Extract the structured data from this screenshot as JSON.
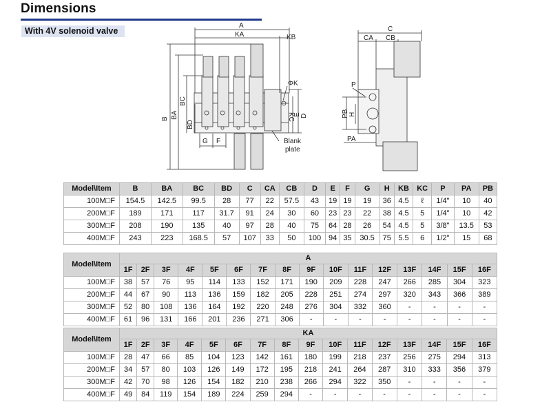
{
  "header": {
    "title": "Dimensions",
    "subtitle": "With 4V solenoid valve"
  },
  "drawing": {
    "labels": {
      "A": "A",
      "KA": "KA",
      "KB": "KB",
      "B": "B",
      "BA": "BA",
      "BC": "BC",
      "BD": "BD",
      "G": "G",
      "F": "F",
      "PHIK": "ΦK",
      "KC": "KC",
      "E": "E",
      "D": "D",
      "blank1": "Blank",
      "blank2": "plate",
      "C": "C",
      "CA": "CA",
      "CB": "CB",
      "P": "P",
      "PB": "PB",
      "H": "H",
      "PA": "PA"
    }
  },
  "table1": {
    "headers": [
      "Model\\Item",
      "B",
      "BA",
      "BC",
      "BD",
      "C",
      "CA",
      "CB",
      "D",
      "E",
      "F",
      "G",
      "H",
      "KB",
      "KC",
      "P",
      "PA",
      "PB"
    ],
    "rows": [
      [
        "100M□F",
        "154.5",
        "142.5",
        "99.5",
        "28",
        "77",
        "22",
        "57.5",
        "43",
        "19",
        "19",
        "19",
        "36",
        "4.5",
        "ℓ",
        "1/4\"",
        "10",
        "40"
      ],
      [
        "200M□F",
        "189",
        "171",
        "117",
        "31.7",
        "91",
        "24",
        "30",
        "60",
        "23",
        "23",
        "22",
        "38",
        "4.5",
        "5",
        "1/4\"",
        "10",
        "42"
      ],
      [
        "300M□F",
        "208",
        "190",
        "135",
        "40",
        "97",
        "28",
        "40",
        "75",
        "64",
        "28",
        "26",
        "54",
        "4.5",
        "5",
        "3/8\"",
        "13.5",
        "53"
      ],
      [
        "400M□F",
        "243",
        "223",
        "168.5",
        "57",
        "107",
        "33",
        "50",
        "100",
        "94",
        "35",
        "30.5",
        "75",
        "5.5",
        "6",
        "1/2\"",
        "15",
        "68"
      ]
    ]
  },
  "table2": {
    "corner": "Model\\Item",
    "group": "A",
    "headers": [
      "1F",
      "2F",
      "3F",
      "4F",
      "5F",
      "6F",
      "7F",
      "8F",
      "9F",
      "10F",
      "11F",
      "12F",
      "13F",
      "14F",
      "15F",
      "16F"
    ],
    "rows": [
      [
        "100M□F",
        "38",
        "57",
        "76",
        "95",
        "114",
        "133",
        "152",
        "171",
        "190",
        "209",
        "228",
        "247",
        "266",
        "285",
        "304",
        "323"
      ],
      [
        "200M□F",
        "44",
        "67",
        "90",
        "113",
        "136",
        "159",
        "182",
        "205",
        "228",
        "251",
        "274",
        "297",
        "320",
        "343",
        "366",
        "389"
      ],
      [
        "300M□F",
        "52",
        "80",
        "108",
        "136",
        "164",
        "192",
        "220",
        "248",
        "276",
        "304",
        "332",
        "360",
        "-",
        "-",
        "-",
        "-"
      ],
      [
        "400M□F",
        "61",
        "96",
        "131",
        "166",
        "201",
        "236",
        "271",
        "306",
        "-",
        "-",
        "-",
        "-",
        "-",
        "-",
        "-",
        "-"
      ]
    ]
  },
  "table3": {
    "corner": "Model\\Item",
    "group": "KA",
    "headers": [
      "1F",
      "2F",
      "3F",
      "4F",
      "5F",
      "6F",
      "7F",
      "8F",
      "9F",
      "10F",
      "11F",
      "12F",
      "13F",
      "14F",
      "15F",
      "16F"
    ],
    "rows": [
      [
        "100M□F",
        "28",
        "47",
        "66",
        "85",
        "104",
        "123",
        "142",
        "161",
        "180",
        "199",
        "218",
        "237",
        "256",
        "275",
        "294",
        "313"
      ],
      [
        "200M□F",
        "34",
        "57",
        "80",
        "103",
        "126",
        "149",
        "172",
        "195",
        "218",
        "241",
        "264",
        "287",
        "310",
        "333",
        "356",
        "379"
      ],
      [
        "300M□F",
        "42",
        "70",
        "98",
        "126",
        "154",
        "182",
        "210",
        "238",
        "266",
        "294",
        "322",
        "350",
        "-",
        "-",
        "-",
        "-"
      ],
      [
        "400M□F",
        "49",
        "84",
        "119",
        "154",
        "189",
        "224",
        "259",
        "294",
        "-",
        "-",
        "-",
        "-",
        "-",
        "-",
        "-",
        "-"
      ]
    ]
  }
}
